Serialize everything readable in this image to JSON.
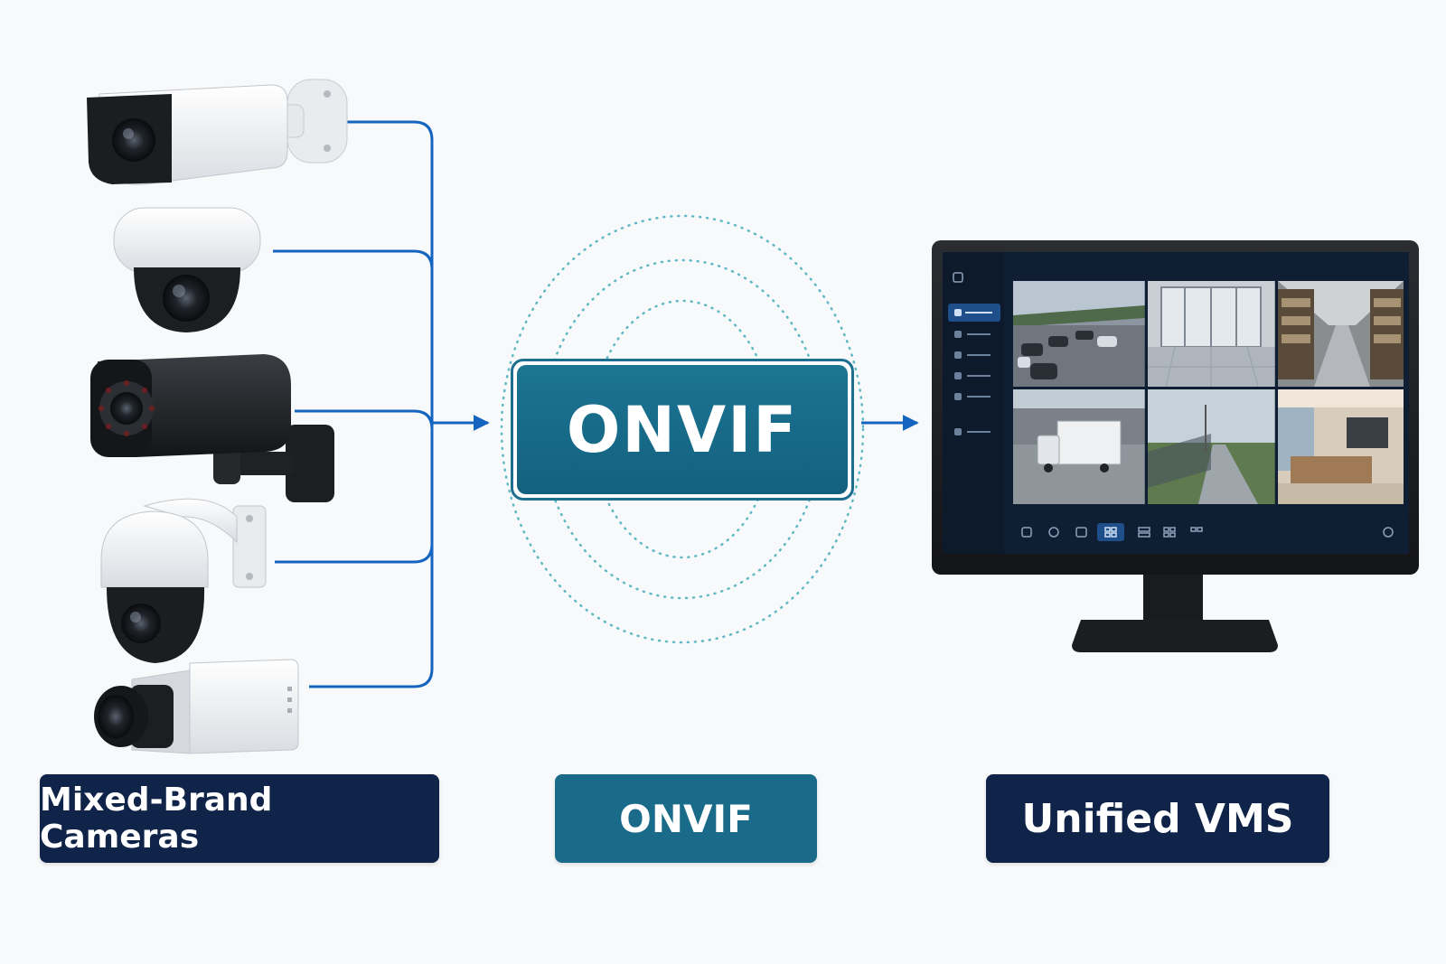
{
  "labels": {
    "cameras": "Mixed-Brand Cameras",
    "protocol": "ONVIF",
    "vms": "Unified VMS"
  },
  "center_box": {
    "title": "ONVIF"
  },
  "colors": {
    "connector": "#1565c0",
    "navy": "#0f2448",
    "teal": "#1a6a8a",
    "signal_dots": "#5fb8c4",
    "background": "#f7f9fb"
  },
  "cameras": [
    {
      "type": "bullet-camera-white"
    },
    {
      "type": "dome-camera-white"
    },
    {
      "type": "bullet-camera-black"
    },
    {
      "type": "ptz-camera-white"
    },
    {
      "type": "box-camera-white"
    }
  ],
  "monitor": {
    "sidebar_items": 7,
    "feeds": [
      "parking-lot-feed",
      "lobby-feed",
      "warehouse-feed",
      "loading-dock-feed",
      "fence-perimeter-feed",
      "reception-feed"
    ],
    "toolbar_icons": [
      "home-icon",
      "target-icon",
      "camera-icon",
      "grid-2x2-icon",
      "list-icon",
      "grid-4-icon",
      "grid-small-icon",
      "info-icon"
    ],
    "active_toolbar_icon": "grid-2x2-icon"
  }
}
